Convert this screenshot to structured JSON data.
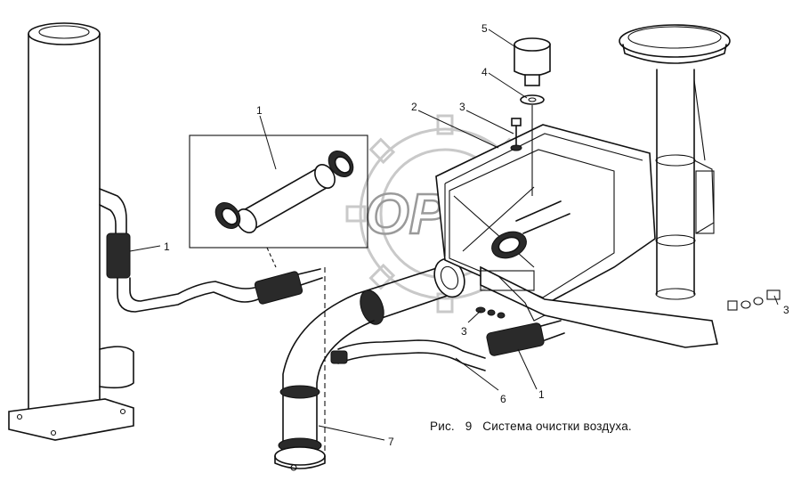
{
  "figure": {
    "caption": "Рис.   9   Система очистки воздуха.",
    "watermark": "OPEX"
  },
  "callouts": [
    {
      "id": "c1a",
      "label": "1"
    },
    {
      "id": "c1b",
      "label": "1"
    },
    {
      "id": "c1c",
      "label": "1"
    },
    {
      "id": "c2",
      "label": "2"
    },
    {
      "id": "c3a",
      "label": "3"
    },
    {
      "id": "c3b",
      "label": "3"
    },
    {
      "id": "c3c",
      "label": "3"
    },
    {
      "id": "c4",
      "label": "4"
    },
    {
      "id": "c5",
      "label": "5"
    },
    {
      "id": "c6",
      "label": "6"
    },
    {
      "id": "c7",
      "label": "7"
    }
  ]
}
